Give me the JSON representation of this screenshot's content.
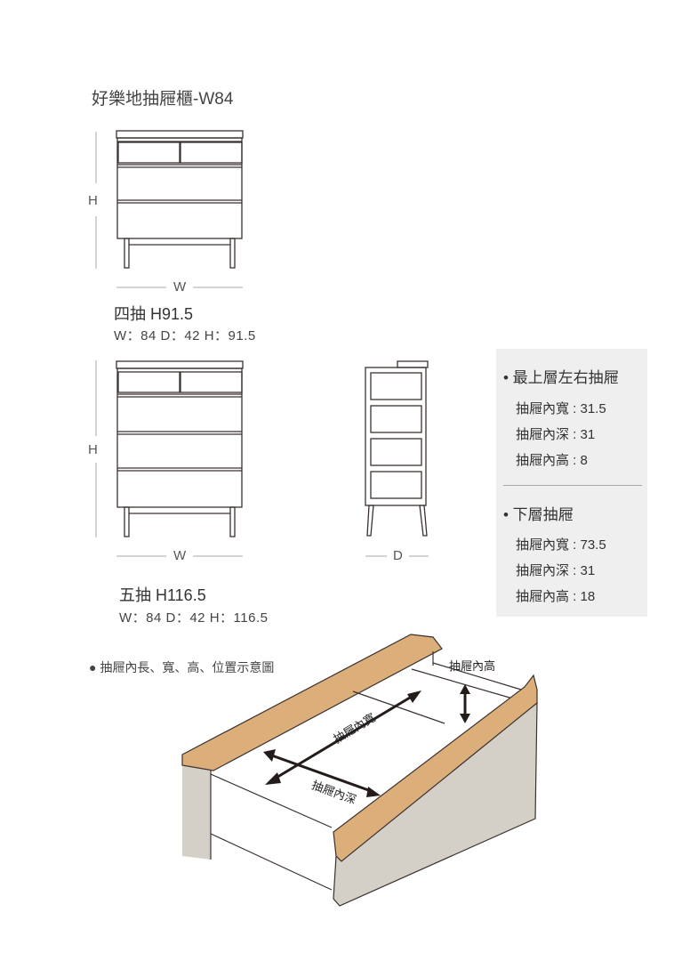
{
  "title": "好樂地抽屜櫃-W84",
  "four_drawer": {
    "model": "四抽 H91.5",
    "dims": "W：84   D：42   H：91.5",
    "h_label": "H",
    "w_label": "W"
  },
  "five_drawer": {
    "model": "五抽 H116.5",
    "dims": "W：84   D：42   H：116.5",
    "h_label": "H",
    "w_label": "W",
    "d_label": "D"
  },
  "spec": {
    "top": {
      "heading": "• 最上層左右抽屜",
      "lines": [
        "抽屜內寬 : 31.5",
        "抽屜內深 : 31",
        "抽屜內高 : 8"
      ]
    },
    "bottom": {
      "heading": "• 下層抽屜",
      "lines": [
        "抽屜內寬 : 73.5",
        "抽屜內深 : 31",
        "抽屜內高 : 18"
      ]
    }
  },
  "diagram": {
    "note": "● 抽屜內長、寬、高、位置示意圖",
    "height_label": "抽屜內高",
    "width_label": "抽屜內寬",
    "depth_label": "抽屜內深",
    "colors": {
      "wood": "#dcae79",
      "side": "#d4d0c8",
      "line": "#3a3230",
      "panel": "#efefef"
    }
  }
}
